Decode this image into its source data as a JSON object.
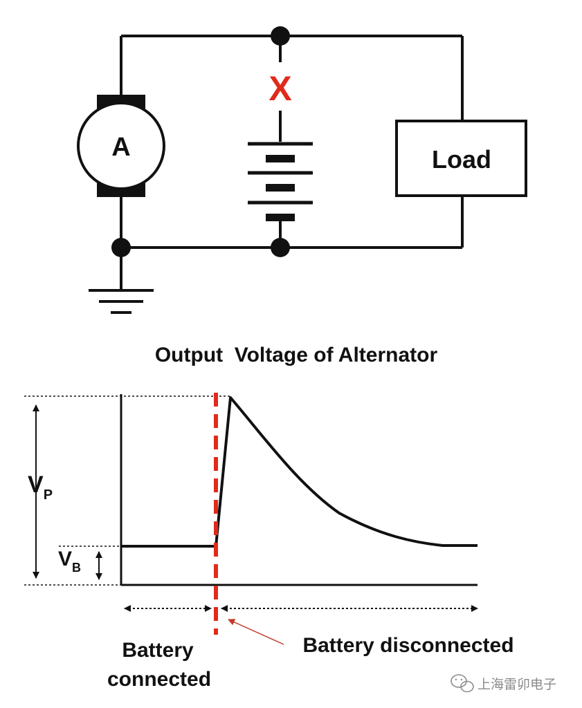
{
  "circuit": {
    "alternator_label": "A",
    "disconnect_mark": "X",
    "load_label": "Load"
  },
  "waveform": {
    "title": "Output  Voltage of Alternator",
    "vp_label": "V",
    "vp_subscript": "P",
    "vb_label": "V",
    "vb_subscript": "B",
    "battery_connected_line1": "Battery",
    "battery_connected_line2": "connected",
    "battery_disconnected": "Battery disconnected"
  },
  "watermark": {
    "text": "上海雷卯电子"
  },
  "colors": {
    "wire": "#111111",
    "cut_mark": "#e02b1b",
    "disconnect_line": "#e02b1b",
    "pointer": "#c0392b",
    "watermark": "#8a8a8a"
  }
}
